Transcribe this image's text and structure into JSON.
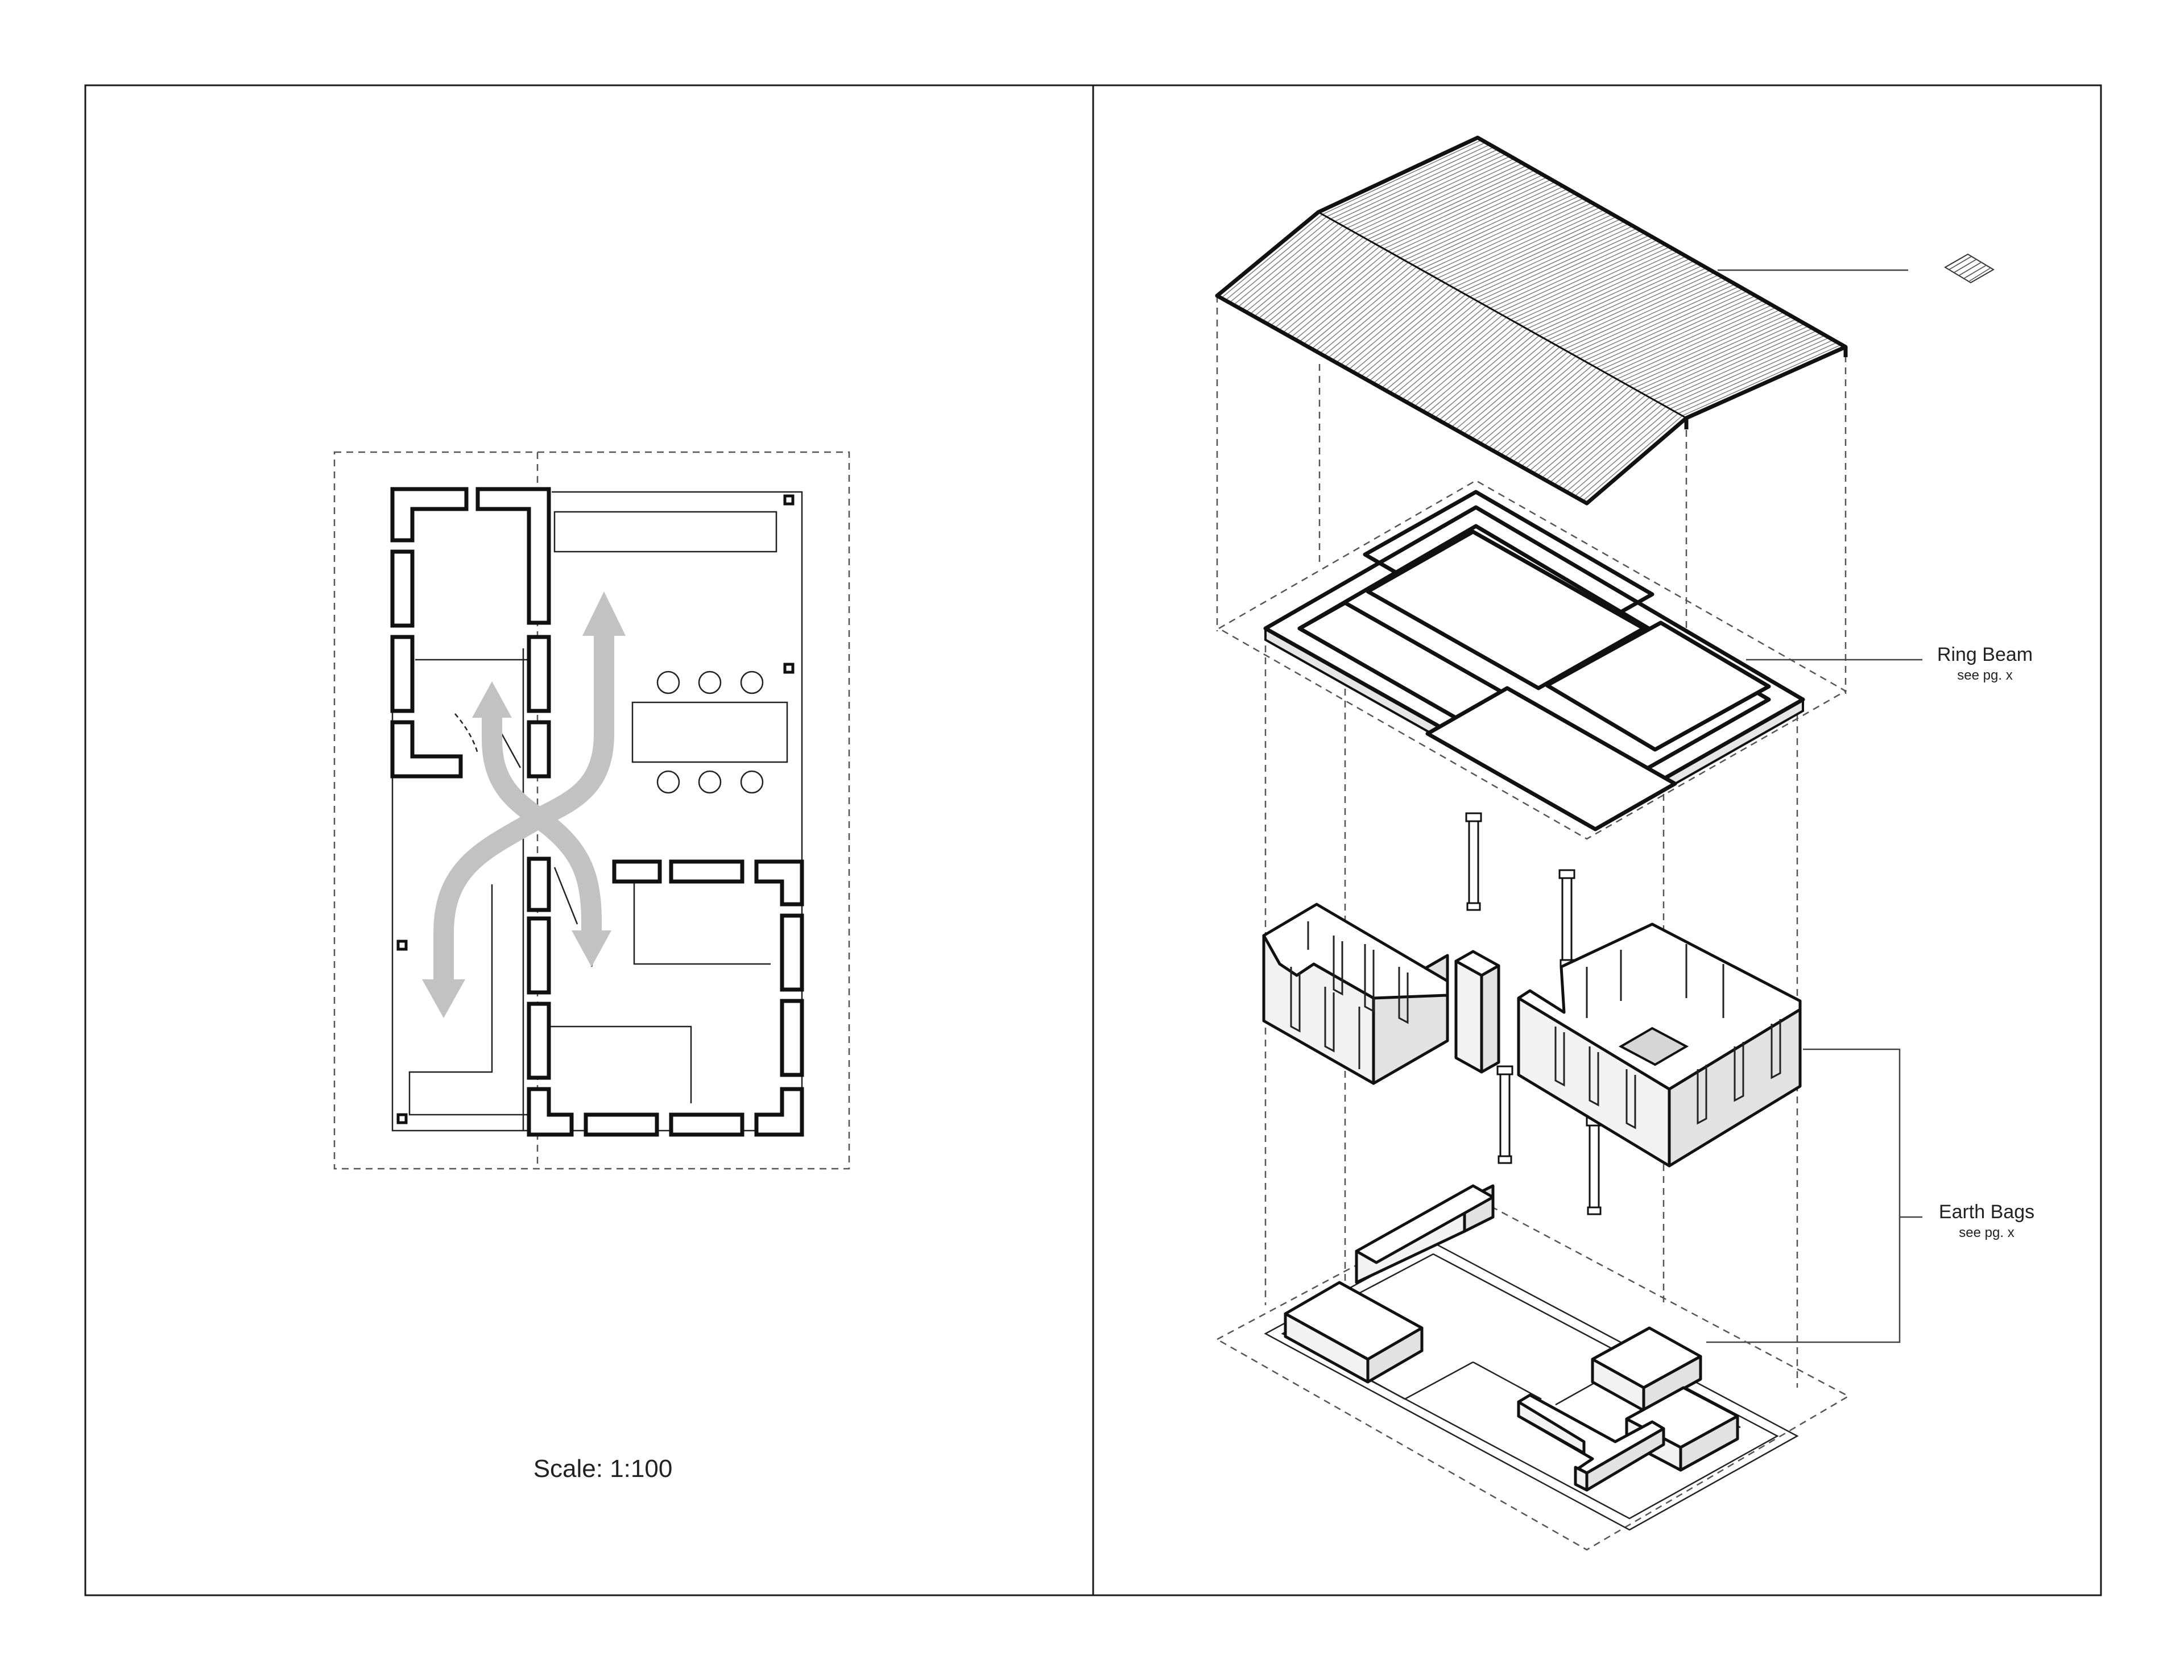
{
  "plan": {
    "scale_label": "Scale: 1:100"
  },
  "exploded": {
    "ring_beam": {
      "label": "Ring Beam",
      "ref": "see pg. x"
    },
    "earth_bags": {
      "label": "Earth Bags",
      "ref": "see pg. x"
    }
  },
  "icons": [
    "roof-sheet-icon"
  ],
  "colors": {
    "circulation_arrows": "#c2c2c2",
    "line": "#111111"
  }
}
